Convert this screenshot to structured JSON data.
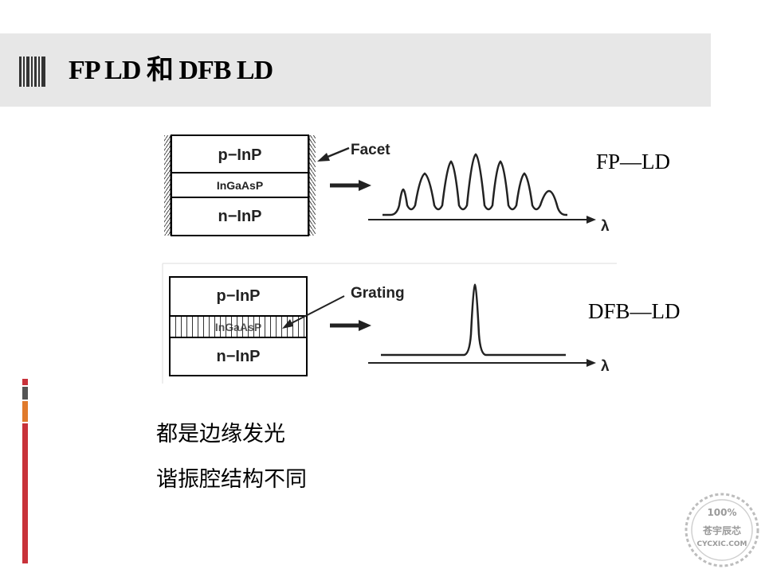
{
  "slide": {
    "title": "FP LD 和 DFB LD",
    "icon": "barcode-icon",
    "colors": {
      "title_bar_bg": "#e7e7e7",
      "stripe_red": "#c8323a",
      "stripe_dark": "#555555",
      "stripe_orange": "#e07a2c"
    }
  },
  "fp_diagram": {
    "layer_top": "p−InP",
    "layer_active": "InGaAsP",
    "layer_bottom": "n−InP",
    "callout": "Facet",
    "axis_label": "λ",
    "side_label": "FP—LD"
  },
  "dfb_diagram": {
    "layer_top": "p−InP",
    "layer_active": "InGaAsP",
    "layer_bottom": "n−InP",
    "callout": "Grating",
    "axis_label": "λ",
    "side_label": "DFB—LD"
  },
  "notes": {
    "line1": "都是边缘发光",
    "line2": "谐振腔结构不同"
  },
  "watermark": {
    "top": "100%",
    "middle": "苍宇辰芯",
    "bottom": "CYCXIC.COM"
  }
}
